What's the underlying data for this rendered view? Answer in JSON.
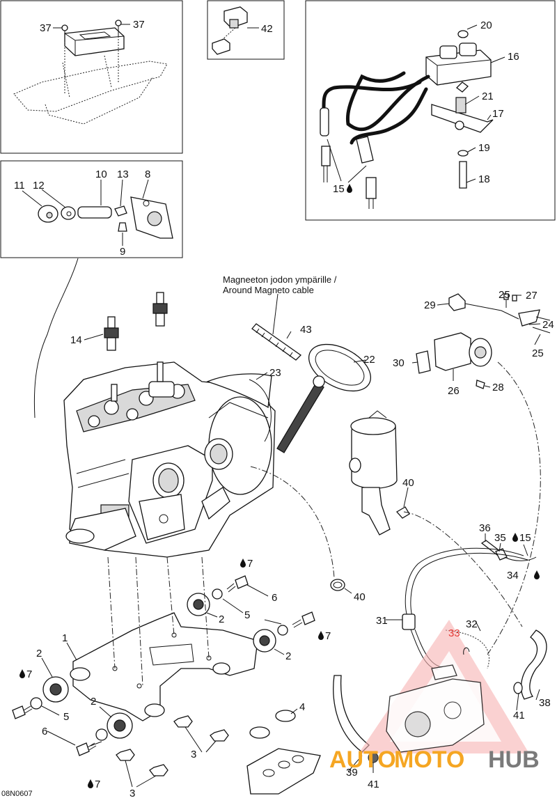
{
  "diagram": {
    "code": "08N0607",
    "cable_note": {
      "line1": "Magneeton jodon ympärille /",
      "line2": "Around Magneto cable"
    },
    "watermark": {
      "part1": "AUTO",
      "part2": "MOTO",
      "part3": "HUB",
      "color_red": "#e53935",
      "color_orange": "#f5a623",
      "color_gray": "#7a7a7a"
    },
    "callouts": {
      "c37a": "37",
      "c37b": "37",
      "c42": "42",
      "c20": "20",
      "c16": "16",
      "c21": "21",
      "c17": "17",
      "c19": "19",
      "c18": "18",
      "c15a": "15",
      "c10": "10",
      "c11": "11",
      "c12": "12",
      "c13": "13",
      "c8": "8",
      "c9": "9",
      "c14": "14",
      "c43": "43",
      "c23": "23",
      "c22": "22",
      "c29": "29",
      "c25a": "25",
      "c27": "27",
      "c24": "24",
      "c25b": "25",
      "c30": "30",
      "c26": "26",
      "c28": "28",
      "c40a": "40",
      "c36": "36",
      "c35": "35",
      "c15b": "15",
      "c34": "34",
      "c7a": "7",
      "c6a": "6",
      "c5a": "5",
      "c7b": "7",
      "c2a": "2",
      "c2b": "2",
      "c40b": "40",
      "c1": "1",
      "c2c": "2",
      "c7c": "7",
      "c5b": "5",
      "c6b": "6",
      "c2d": "2",
      "c7d": "7",
      "c4": "4",
      "c3a": "3",
      "c3b": "3",
      "c31": "31",
      "c32": "32",
      "c33": "33",
      "c41a": "41",
      "c38": "38",
      "c39": "39",
      "c41b": "41"
    }
  }
}
